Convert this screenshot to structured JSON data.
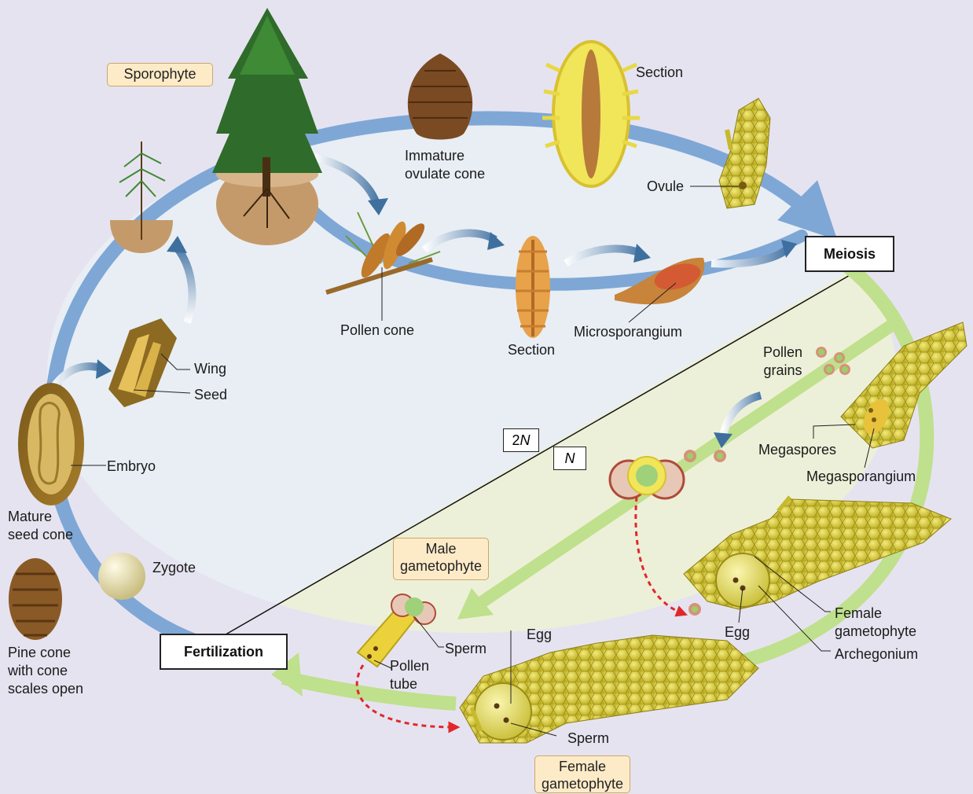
{
  "stages": {
    "meiosis": "Meiosis",
    "fertilization": "Fertilization"
  },
  "phases": {
    "sporophyte": "Sporophyte",
    "male_gametophyte_l1": "Male",
    "male_gametophyte_l2": "gametophyte",
    "female_gametophyte_l1": "Female",
    "female_gametophyte_l2": "gametophyte"
  },
  "ploidy": {
    "diploid_prefix": "2",
    "diploid_n": "N",
    "haploid": "N"
  },
  "labels": {
    "section_top": "Section",
    "immature_l1": "Immature",
    "immature_l2": "ovulate cone",
    "ovule": "Ovule",
    "pollen_cone": "Pollen cone",
    "section_mid": "Section",
    "microsporangium": "Microsporangium",
    "pollen_l1": "Pollen",
    "pollen_l2": "grains",
    "megaspores": "Megaspores",
    "megasporangium": "Megasporangium",
    "wing": "Wing",
    "seed": "Seed",
    "embryo": "Embryo",
    "mature_l1": "Mature",
    "mature_l2": "seed cone",
    "zygote": "Zygote",
    "pine_l1": "Pine cone",
    "pine_l2": "with cone",
    "pine_l3": "scales open",
    "sperm_upper": "Sperm",
    "pollen_tube_l1": "Pollen",
    "pollen_tube_l2": "tube",
    "egg_center": "Egg",
    "sperm_lower": "Sperm",
    "egg_right": "Egg",
    "female_l1": "Female",
    "female_l2": "gametophyte",
    "archegonium": "Archegonium"
  },
  "colors": {
    "background": "#e6e3f0",
    "diploid_region": "#e8eef4",
    "haploid_region": "#edf0d8",
    "diploid_cycle": "#7ea7d6",
    "haploid_cycle": "#bfe08c",
    "gametophyte_tissue": "#d8cc3a",
    "fertilization_path": "#e0282c"
  }
}
